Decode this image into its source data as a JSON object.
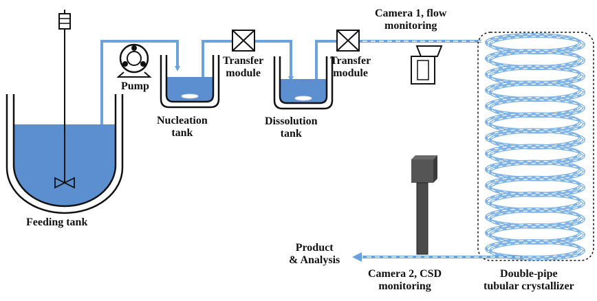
{
  "diagram": {
    "colors": {
      "liquid": "#5b8fd0",
      "pipe": "#6aa2dd",
      "vessel_outline": "#111111",
      "coil": "#7fb3e6",
      "camera_body": "#444444",
      "background": "#ffffff"
    },
    "labels": {
      "feeding_tank": "Feeding tank",
      "pump": "Pump",
      "nucleation_tank_line1": "Nucleation",
      "nucleation_tank_line2": "tank",
      "transfer_module_1_line1": "Transfer",
      "transfer_module_1_line2": "module",
      "dissolution_tank_line1": "Dissolution",
      "dissolution_tank_line2": "tank",
      "transfer_module_2_line1": "Transfer",
      "transfer_module_2_line2": "module",
      "camera1_line1": "Camera 1, flow",
      "camera1_line2": "monitoring",
      "camera2_line1": "Camera 2,  CSD",
      "camera2_line2": "monitoring",
      "product_line1": "Product",
      "product_line2": "& Analysis",
      "crystallizer_line1": "Double-pipe",
      "crystallizer_line2": "tubular crystallizer"
    },
    "icons": [
      "motor-icon",
      "stirrer-icon",
      "pump-icon",
      "valve-icon",
      "camera-icon",
      "arrow-icon"
    ]
  }
}
